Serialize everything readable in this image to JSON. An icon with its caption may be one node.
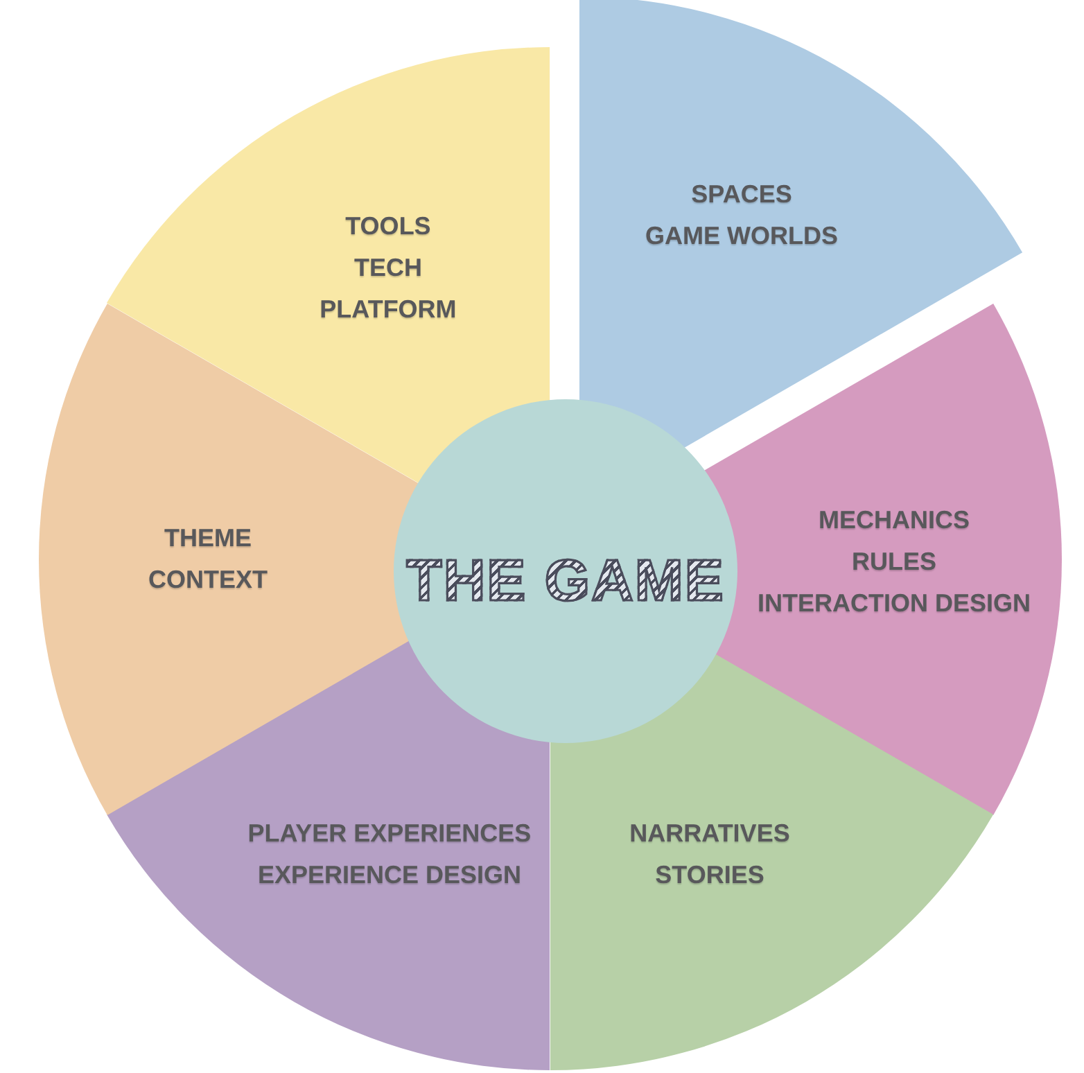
{
  "diagram": {
    "nodes": [
      {
        "text": [
          "THE GAME"
        ]
      },
      {
        "text": [
          "SPACES",
          "GAME WORLDS"
        ]
      },
      {
        "text": [
          "MECHANICS",
          "RULES",
          "INTERACTION DESIGN"
        ]
      },
      {
        "text": [
          "NARRATIVES",
          "STORIES"
        ]
      },
      {
        "text": [
          "PLAYER EXPERIENCES",
          "EXPERIENCE DESIGN"
        ]
      },
      {
        "text": [
          "THEME",
          "CONTEXT"
        ]
      },
      {
        "text": [
          "TOOLS",
          "TECH",
          "PLATFORM"
        ]
      }
    ]
  }
}
